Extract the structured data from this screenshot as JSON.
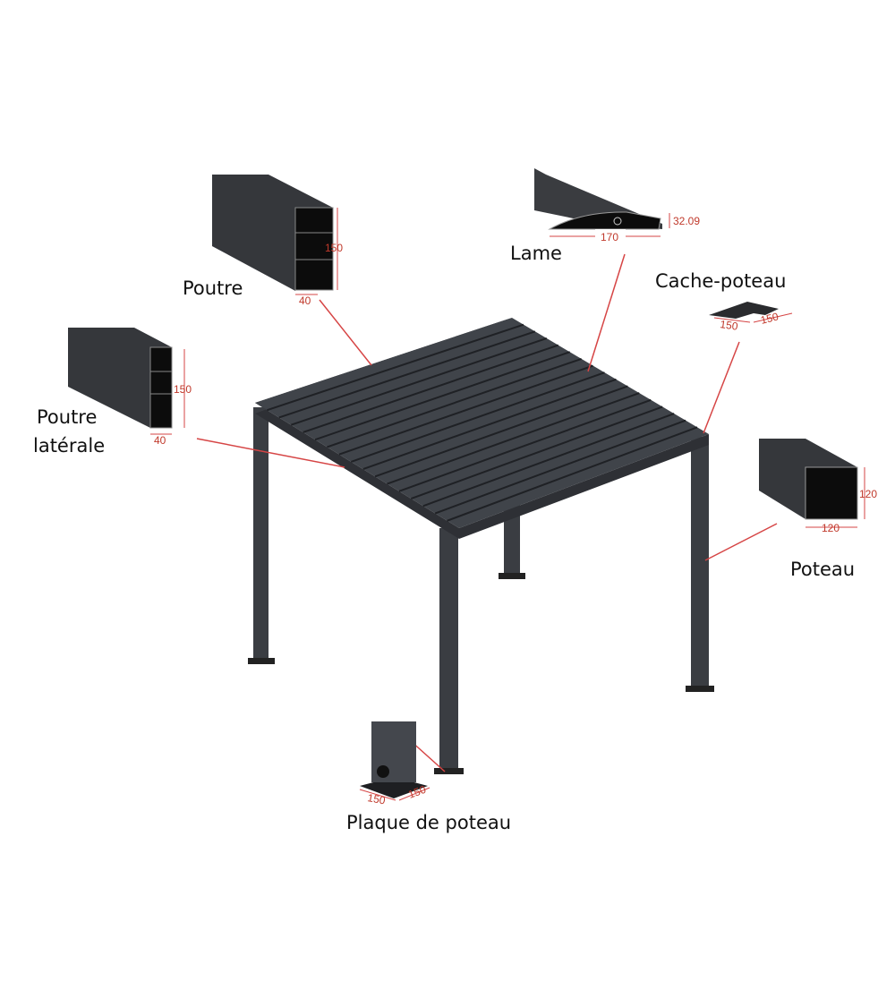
{
  "labels": {
    "poutre": "Poutre",
    "poutre_laterale_line1": "Poutre",
    "poutre_laterale_line2": "latérale",
    "lame": "Lame",
    "cache_poteau": "Cache-poteau",
    "poteau": "Poteau",
    "plaque_de_poteau": "Plaque de poteau"
  },
  "dimensions": {
    "poutre_height": "150",
    "poutre_width": "40",
    "poutre_laterale_height": "150",
    "poutre_laterale_width": "40",
    "lame_height": "32.09",
    "lame_width": "170",
    "cache_poteau_a": "150",
    "cache_poteau_b": "150",
    "poteau_height": "120",
    "poteau_width": "120",
    "plaque_a": "150",
    "plaque_b": "150"
  },
  "colors": {
    "frame": "#3a3d42",
    "profile": "#2a2b2e",
    "leader": "#d64545"
  }
}
